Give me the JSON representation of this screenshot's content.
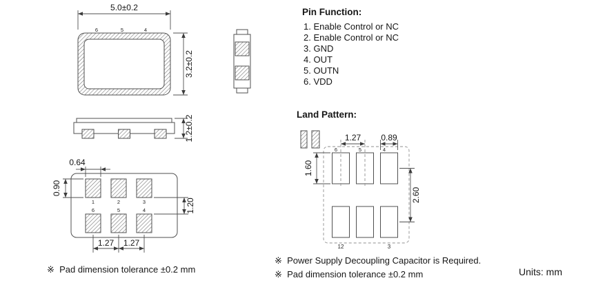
{
  "top_view": {
    "dim_width": "5.0±0.2",
    "dim_height": "3.2±0.2",
    "pins": [
      "6",
      "5",
      "4"
    ]
  },
  "side_view": {
    "dim_height": "1.2±0.2"
  },
  "bottom_view": {
    "dim_pad_width": "0.64",
    "dim_pad_height": "0.90",
    "dim_row_gap": "1.20",
    "dim_pitch_left": "1.27",
    "dim_pitch_right": "1.27",
    "pins_row_top": [
      "1",
      "2",
      "3"
    ],
    "pins_row_bottom": [
      "6",
      "5",
      "4"
    ]
  },
  "pin_function": {
    "title": "Pin Function:",
    "items": [
      "1. Enable Control or NC",
      "2. Enable Control or NC",
      "3. GND",
      "4. OUT",
      "5. OUTN",
      "6. VDD"
    ]
  },
  "land_pattern": {
    "title": "Land Pattern:",
    "dim_pitch": "1.27",
    "dim_pad_width": "0.89",
    "dim_pad_height": "1.60",
    "dim_row_pitch": "2.60",
    "pins_top": [
      "6",
      "5",
      "4"
    ],
    "pins_bottom": [
      "12",
      "3"
    ]
  },
  "notes": {
    "left": "※  Pad dimension tolerance ±0.2 mm",
    "right_1": "※  Power Supply Decoupling Capacitor is Required.",
    "right_2": "※  Pad dimension tolerance ±0.2 mm",
    "units": "Units: mm"
  }
}
